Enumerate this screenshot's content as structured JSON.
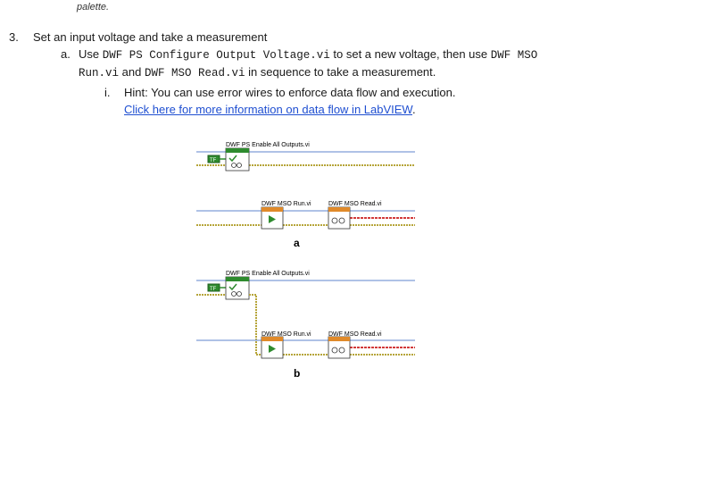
{
  "top_text": "palette.",
  "step": {
    "number": "3.",
    "title": "Set an input voltage and take a measurement",
    "sub_a": {
      "letter": "a.",
      "t1": "Use ",
      "code1": "DWF PS Configure Output Voltage.vi",
      "t2": " to set a new voltage, then use ",
      "code2a": "DWF MSO",
      "code2b": "Run.vi",
      "t3": " and ",
      "code3": "DWF MSO Read.vi",
      "t4": " in sequence to take a measurement."
    },
    "hint": {
      "letter": "i.",
      "text": "Hint: You can use error wires to enforce data flow and execution.",
      "link": "Click here for more information on data flow in LabVIEW",
      "after": "."
    }
  },
  "diagram": {
    "enable_vi": "DWF PS Enable All Outputs.vi",
    "run_vi": "DWF MSO Run.vi",
    "read_vi": "DWF MSO Read.vi",
    "bool_label": "TF",
    "label_a": "a",
    "label_b": "b",
    "colors": {
      "wire_blue": "#7f9ed8",
      "wire_green": "#b6a53a",
      "wire_red": "#d23a3a",
      "accent_red": "#e0262c"
    }
  }
}
